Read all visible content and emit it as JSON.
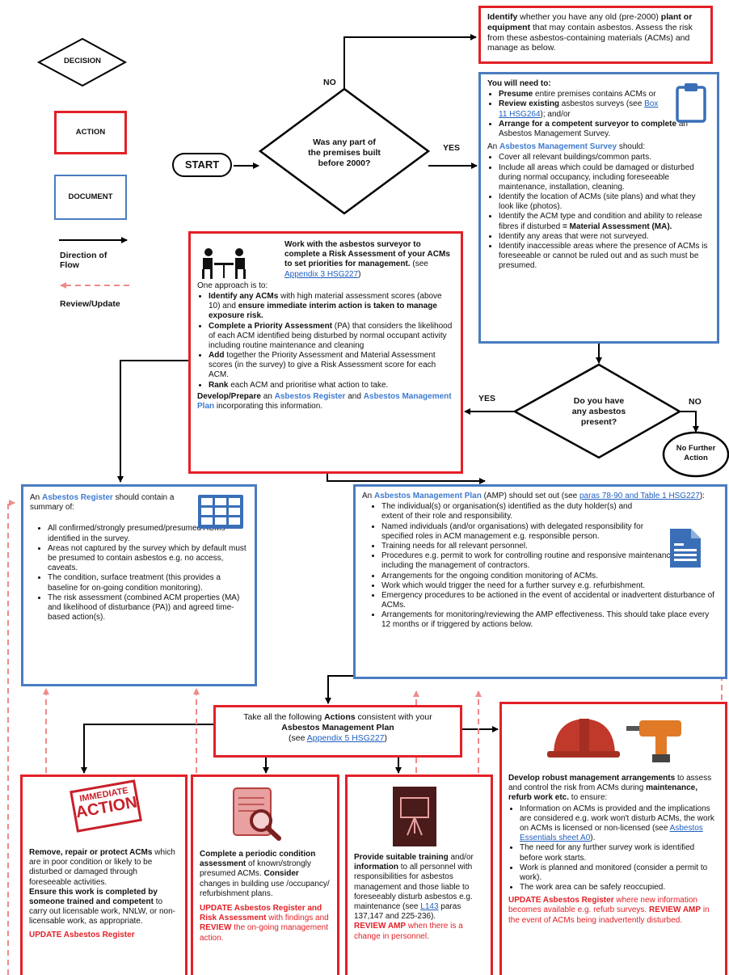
{
  "legend": {
    "decision": "DECISION",
    "action": "ACTION",
    "document": "DOCUMENT",
    "direction_of_flow": "Direction of Flow",
    "review_update": "Review/Update"
  },
  "colors": {
    "action_red": "#e32027",
    "document_blue": "#4a7cc0",
    "link_blue": "#1f5fbf",
    "tool_red": "#c0392b",
    "drill_orange": "#e07a27"
  },
  "start": "START",
  "decision1": {
    "text": "Was any part of the premises built before 2000?",
    "no": "NO",
    "yes": "YES"
  },
  "identify_box": {
    "b1": "Identify",
    "t1": " whether you have any old (pre-2000) ",
    "b2": "plant or equipment",
    "t2": " that may contain asbestos. Assess the risk from these asbestos-containing materials (ACMs) and manage as below."
  },
  "survey_box": {
    "heading": "You will need to:",
    "i1_b": "Presume",
    "i1_t": " entire premises contains ACMs or",
    "i2_b": "Review existing",
    "i2_t": " asbestos surveys (see ",
    "i2_link": "Box 11 HSG264",
    "i2_t2": "); and/or",
    "i3_b": "Arrange for a competent surveyor to complete",
    "i3_t": " an Asbestos Management Survey.",
    "p_a": "An ",
    "p_blue": "Asbestos Management Survey",
    "p_b": " should:",
    "s1": "Cover all relevant buildings/common parts.",
    "s2": "Include all areas which could be damaged or disturbed during normal occupancy, including foreseeable maintenance, installation, cleaning.",
    "s3": "Identify the location of ACMs (site plans) and what they look like (photos).",
    "s4_t": "Identify the ACM type and condition and ability to release fibres if disturbed ",
    "s4_b": "= Material Assessment (MA).",
    "s5": "Identify any areas that were not surveyed.",
    "s6": "Identify inaccessible areas where the presence of ACMs is foreseeable or cannot be ruled out and as such must be presumed.",
    "icon": "clipboard-icon"
  },
  "decision2": {
    "text": "Do you have any asbestos present?",
    "yes": "YES",
    "no": "NO"
  },
  "no_further": "No Further Action",
  "risk_box": {
    "title_b": "Work with the asbestos surveyor to complete a Risk Assessment of your ACMs to set priorities for management.",
    "title_t": " (see ",
    "title_link": "Appendix 3 HSG227",
    "title_t2": ")",
    "intro": "One approach is to:",
    "r1_b": "Identify any ACMs",
    "r1_t": " with high material assessment scores (above 10) and ",
    "r1_b2": "ensure immediate interim action is taken to manage exposure risk.",
    "r2_b": "Complete a Priority Assessment",
    "r2_t": " (PA) that considers the likelihood of each ACM identified being disturbed by normal occupant activity including routine maintenance and cleaning",
    "r3_b": "Add",
    "r3_t": " together the Priority Assessment and Material Assessment scores (in the survey) to give a Risk Assessment score for each ACM.",
    "r4_b": "Rank",
    "r4_t": " each ACM and prioritise what action to take.",
    "dev_b": "Develop/Prepare",
    "dev_t1": " an ",
    "dev_blue1": "Asbestos Register",
    "dev_t2": " and ",
    "dev_blue2": "Asbestos Management Plan",
    "dev_t3": " incorporating this information.",
    "icon": "meeting-icon"
  },
  "register_box": {
    "p_a": "An ",
    "p_blue": "Asbestos Register",
    "p_b": " should contain a summary of:",
    "g1": "All confirmed/strongly presumed/presumed ACMs identified in the survey.",
    "g2": "Areas not captured by the survey which by default must be presumed to contain asbestos e.g. no access, caveats.",
    "g3": "The condition, surface treatment (this provides a baseline for on-going condition monitoring).",
    "g4": "The risk assessment (combined ACM properties (MA) and likelihood of disturbance (PA)) and agreed time-based action(s).",
    "icon": "table-grid-icon"
  },
  "plan_box": {
    "p_a": "An ",
    "p_blue": "Asbestos Management Plan",
    "p_b": " (AMP) should set out (see ",
    "p_link": "paras 78-90 and Table 1 HSG227",
    "p_c": "):",
    "m1": "The individual(s) or organisation(s) identified as the duty holder(s) and extent of their role and responsibility.",
    "m2": "Named individuals (and/or organisations) with delegated responsibility for specified roles in ACM management e.g. responsible person.",
    "m3": "Training needs for all relevant personnel.",
    "m4": "Procedures e.g. permit to work for controlling routine and responsive maintenance work, including the management of contractors.",
    "m5": "Arrangements for the ongoing condition monitoring of ACMs.",
    "m6": "Work which would trigger the need for a further survey e.g. refurbishment.",
    "m7": "Emergency procedures to be actioned in the event of accidental or inadvertent disturbance of ACMs.",
    "m8": "Arrangements for monitoring/reviewing the AMP effectiveness. This should take place every 12 months or if triggered by actions below.",
    "icon": "document-icon"
  },
  "actions_box": {
    "t1": "Take all the following ",
    "b1": "Actions",
    "t2": " consistent with your ",
    "b2": "Asbestos Management Plan",
    "t3": "(see ",
    "link": "Appendix 5 HSG227",
    "t4": ")"
  },
  "remove_box": {
    "stamp1": "IMMEDIATE",
    "stamp2": "ACTION",
    "b1": "Remove, repair or protect ACMs",
    "t1": " which are in poor condition or likely to be disturbed or damaged through foreseeable activities.",
    "b2": "Ensure this work is completed by someone trained and competent",
    "t2": " to carry out licensable work, NNLW, or non-licensable work, as appropriate.",
    "update": "UPDATE Asbestos Register"
  },
  "periodic_box": {
    "b1": "Complete a periodic condition assessment",
    "t1": " of known/strongly presumed ACMs. ",
    "b2": "Consider",
    "t2": " changes in building use /occupancy/ refurbishment plans.",
    "u1": "UPDATE Asbestos Register and Risk Assessment",
    "u2": " with findings and ",
    "u3": "REVIEW",
    "u4": " the on-going management action.",
    "icon": "magnifier-document-icon"
  },
  "training_box": {
    "b1": "Provide suitable training",
    "t1": " and/or ",
    "b2": "information",
    "t2": " to all personnel with responsibilities for asbestos management and those liable to foreseeably disturb asbestos e.g. maintenance (see ",
    "link": "L143",
    "t3": " paras 137,147 and 225-236).",
    "r1": "REVIEW AMP",
    "r2": " when there is a change in personnel.",
    "icon": "presentation-icon"
  },
  "develop_box": {
    "b1": "Develop robust management arrangements",
    "t1": " to assess and control the risk from ACMs during ",
    "b2": "maintenance, refurb work etc.",
    "t2": " to ensure:",
    "d1_t": "Information on ACMs is provided and the implications are considered e.g. work won't disturb ACMs, the work on ACMs is licensed or non-licensed (see ",
    "d1_link": "Asbestos Essentials sheet A0",
    "d1_t2": ").",
    "d2": "The need for any further survey work is identified before work starts.",
    "d3": "Work is planned and monitored (consider a permit to work).",
    "d4": "The work area can be safely reoccupied.",
    "u1": "UPDATE Asbestos Register",
    "u2": " where new information becomes available e.g. refurb surveys. ",
    "u3": "REVIEW AMP",
    "u4": " in the event of ACMs being inadvertently disturbed.",
    "icons": [
      "hard-hat-icon",
      "drill-icon"
    ]
  }
}
